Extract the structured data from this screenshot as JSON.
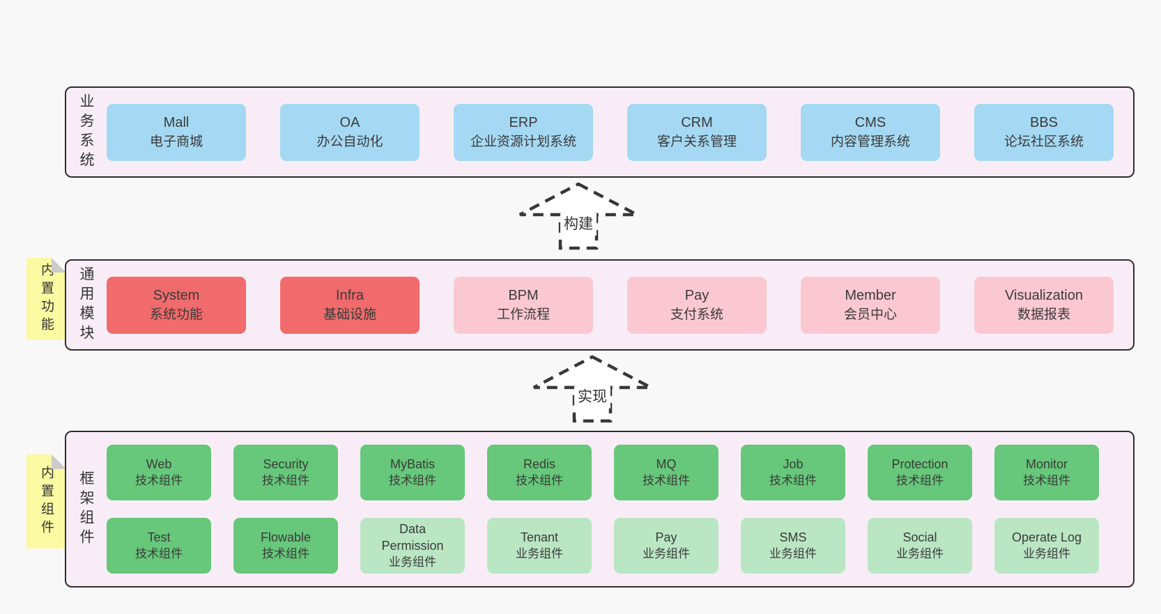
{
  "colors": {
    "page_bg": "#f8f8f8",
    "panel_bg": "#f8edf6",
    "panel_border": "#2e2e2e",
    "blue": "#a5d9f3",
    "red": "#f16b6c",
    "pink": "#fbc8d2",
    "green": "#67c77a",
    "light_green": "#bae6c4",
    "sticky_yellow": "#fbf9a1",
    "fold_gray": "#cbcbcb",
    "text": "#333333"
  },
  "sections": [
    {
      "label": "业务系统",
      "sticky": null,
      "rows": [
        [
          {
            "en": "Mall",
            "zh": "电子商城",
            "color": "blue"
          },
          {
            "en": "OA",
            "zh": "办公自动化",
            "color": "blue"
          },
          {
            "en": "ERP",
            "zh": "企业资源计划系统",
            "color": "blue"
          },
          {
            "en": "CRM",
            "zh": "客户关系管理",
            "color": "blue"
          },
          {
            "en": "CMS",
            "zh": "内容管理系统",
            "color": "blue"
          },
          {
            "en": "BBS",
            "zh": "论坛社区系统",
            "color": "blue"
          }
        ]
      ]
    },
    {
      "label": "通用模块",
      "sticky": "内置功能",
      "rows": [
        [
          {
            "en": "System",
            "zh": "系统功能",
            "color": "red"
          },
          {
            "en": "Infra",
            "zh": "基础设施",
            "color": "red"
          },
          {
            "en": "BPM",
            "zh": "工作流程",
            "color": "pink"
          },
          {
            "en": "Pay",
            "zh": "支付系统",
            "color": "pink"
          },
          {
            "en": "Member",
            "zh": "会员中心",
            "color": "pink"
          },
          {
            "en": "Visualization",
            "zh": "数据报表",
            "color": "pink"
          }
        ]
      ]
    },
    {
      "label": "框架组件",
      "sticky": "内置组件",
      "rows": [
        [
          {
            "en": "Web",
            "zh": "技术组件",
            "color": "green"
          },
          {
            "en": "Security",
            "zh": "技术组件",
            "color": "green"
          },
          {
            "en": "MyBatis",
            "zh": "技术组件",
            "color": "green"
          },
          {
            "en": "Redis",
            "zh": "技术组件",
            "color": "green"
          },
          {
            "en": "MQ",
            "zh": "技术组件",
            "color": "green"
          },
          {
            "en": "Job",
            "zh": "技术组件",
            "color": "green"
          },
          {
            "en": "Protection",
            "zh": "技术组件",
            "color": "green"
          },
          {
            "en": "Monitor",
            "zh": "技术组件",
            "color": "green"
          }
        ],
        [
          {
            "en": "Test",
            "zh": "技术组件",
            "color": "green"
          },
          {
            "en": "Flowable",
            "zh": "技术组件",
            "color": "green"
          },
          {
            "en": "Data Permission",
            "zh": "业务组件",
            "color": "light_green"
          },
          {
            "en": "Tenant",
            "zh": "业务组件",
            "color": "light_green"
          },
          {
            "en": "Pay",
            "zh": "业务组件",
            "color": "light_green"
          },
          {
            "en": "SMS",
            "zh": "业务组件",
            "color": "light_green"
          },
          {
            "en": "Social",
            "zh": "业务组件",
            "color": "light_green"
          },
          {
            "en": "Operate Log",
            "zh": "业务组件",
            "color": "light_green"
          }
        ]
      ]
    }
  ],
  "arrows": [
    {
      "label": "构建"
    },
    {
      "label": "实现"
    }
  ]
}
